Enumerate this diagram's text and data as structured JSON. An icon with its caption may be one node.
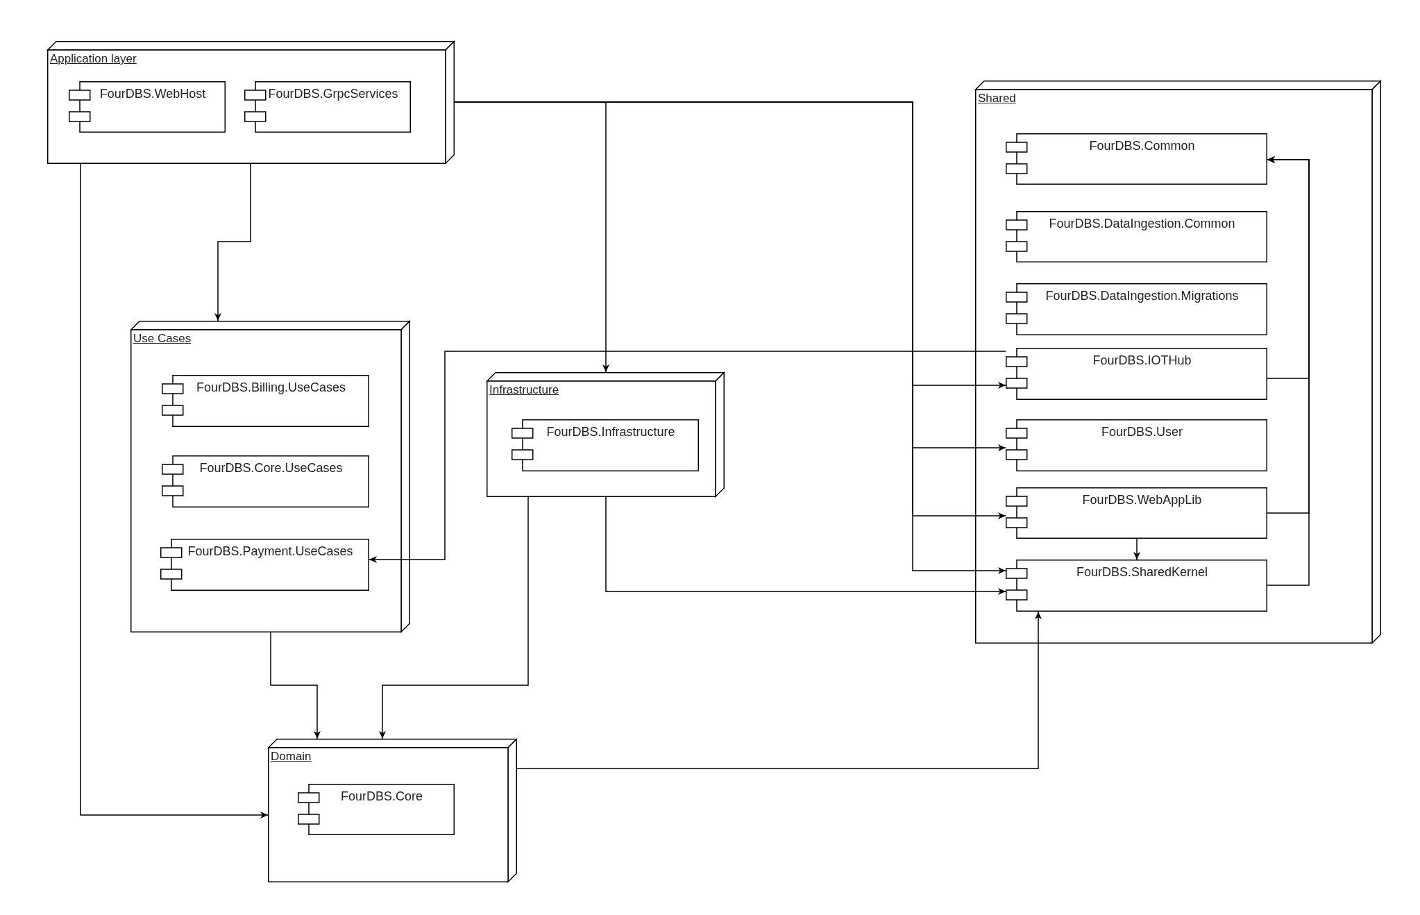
{
  "diagram": {
    "nodes": [
      {
        "text": [
          "Application layer"
        ]
      },
      {
        "text": [
          "FourDBS.WebHost"
        ],
        "in": 0
      },
      {
        "text": [
          "FourDBS.GrpcServices"
        ],
        "in": 0
      },
      {
        "text": [
          "Use Cases"
        ]
      },
      {
        "text": [
          "FourDBS.Billing.UseCases"
        ],
        "in": 3
      },
      {
        "text": [
          "FourDBS.Core.UseCases"
        ],
        "in": 3
      },
      {
        "text": [
          "FourDBS.Payment.UseCases"
        ],
        "in": 3
      },
      {
        "text": [
          "Infrastructure"
        ]
      },
      {
        "text": [
          "FourDBS.Infrastructure"
        ],
        "in": 7
      },
      {
        "text": [
          "Shared"
        ]
      },
      {
        "text": [
          "FourDBS.Common"
        ],
        "in": 9
      },
      {
        "text": [
          "FourDBS.DataIngestion.Common"
        ],
        "in": 9
      },
      {
        "text": [
          "FourDBS.DataIngestion.Migrations"
        ],
        "in": 9
      },
      {
        "text": [
          "FourDBS.IOTHub"
        ],
        "in": 9
      },
      {
        "text": [
          "FourDBS.User"
        ],
        "in": 9
      },
      {
        "text": [
          "FourDBS.WebAppLib"
        ],
        "in": 9
      },
      {
        "text": [
          "FourDBS.SharedKernel"
        ],
        "in": 9
      },
      {
        "text": [
          "Domain"
        ]
      },
      {
        "text": [
          "FourDBS.Core"
        ],
        "in": 17
      }
    ],
    "edges": [
      {
        "from": 0,
        "to": 3,
        "arrow": "to"
      },
      {
        "from": 0,
        "to": 7,
        "arrow": "to"
      },
      {
        "from": 0,
        "to": 13,
        "arrow": "to"
      },
      {
        "from": 0,
        "to": 14,
        "arrow": "to"
      },
      {
        "from": 0,
        "to": 15,
        "arrow": "to"
      },
      {
        "from": 0,
        "to": 16,
        "arrow": "to"
      },
      {
        "from": 0,
        "to": 17,
        "arrow": "to"
      },
      {
        "from": 13,
        "to": 6,
        "arrow": "to"
      },
      {
        "from": 3,
        "to": 17,
        "arrow": "to"
      },
      {
        "from": 7,
        "to": 17,
        "arrow": "to"
      },
      {
        "from": 7,
        "to": 16,
        "arrow": "to"
      },
      {
        "from": 17,
        "to": 16,
        "arrow": "to"
      },
      {
        "from": 15,
        "to": 16,
        "arrow": "to"
      },
      {
        "from": 13,
        "to": 10,
        "arrow": "to"
      },
      {
        "from": 15,
        "to": 10,
        "arrow": "to"
      },
      {
        "from": 16,
        "to": 10,
        "arrow": "to"
      }
    ]
  }
}
